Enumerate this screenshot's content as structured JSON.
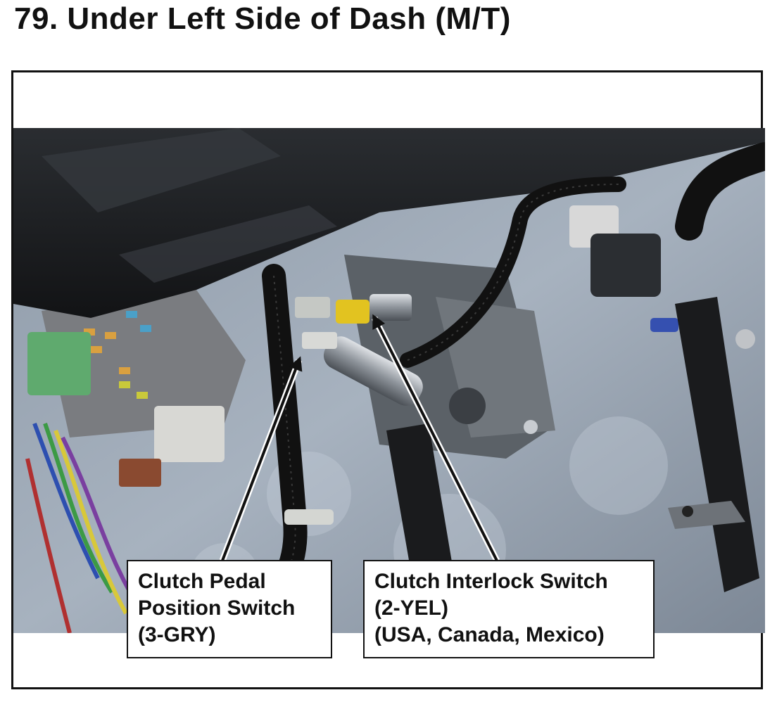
{
  "title": "79.  Under Left Side of Dash (M/T)",
  "callouts": {
    "clutch_pedal_position": {
      "line1": "Clutch Pedal",
      "line2": "Position Switch",
      "line3": "(3-GRY)"
    },
    "clutch_interlock": {
      "line1": "Clutch Interlock Switch",
      "line2": "(2-YEL)",
      "line3": "(USA, Canada, Mexico)"
    }
  }
}
